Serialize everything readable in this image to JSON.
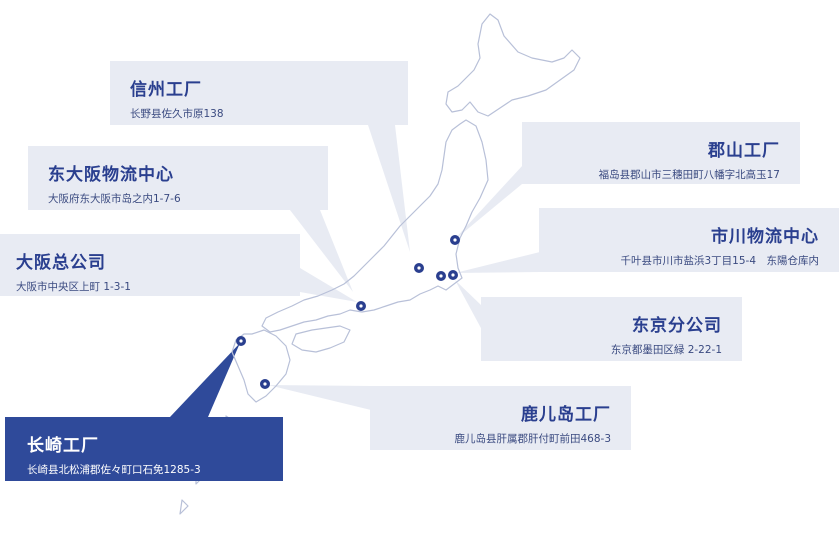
{
  "locations": [
    {
      "id": "shinshu",
      "name": "信州工厂",
      "address": "长野县佐久市原138",
      "active": false
    },
    {
      "id": "koriyama",
      "name": "郡山工厂",
      "address": "福岛县郡山市三穗田町八幡字北高玉17",
      "active": false
    },
    {
      "id": "higashi-osaka",
      "name": "东大阪物流中心",
      "address": "大阪府东大阪市岛之内1-7-6",
      "active": false
    },
    {
      "id": "ichikawa",
      "name": "市川物流中心",
      "address": "千叶县市川市盐浜3丁目15-4　东陽仓库内",
      "active": false
    },
    {
      "id": "osaka-hq",
      "name": "大阪总公司",
      "address": "大阪市中央区上町 1-3-1",
      "active": false
    },
    {
      "id": "tokyo",
      "name": "东京分公司",
      "address": "东京都墨田区緑 2-22-1",
      "active": false
    },
    {
      "id": "kagoshima",
      "name": "鹿儿岛工厂",
      "address": "鹿儿岛县肝属郡肝付町前田468-3",
      "active": false
    },
    {
      "id": "nagasaki",
      "name": "长崎工厂",
      "address": "长崎县北松浦郡佐々町口石免1285-3",
      "active": true
    }
  ],
  "colors": {
    "accent": "#2f4a9a",
    "panel": "#e8ebf3",
    "marker": "#2a3f8f",
    "land_stroke": "#b8c0d8"
  }
}
